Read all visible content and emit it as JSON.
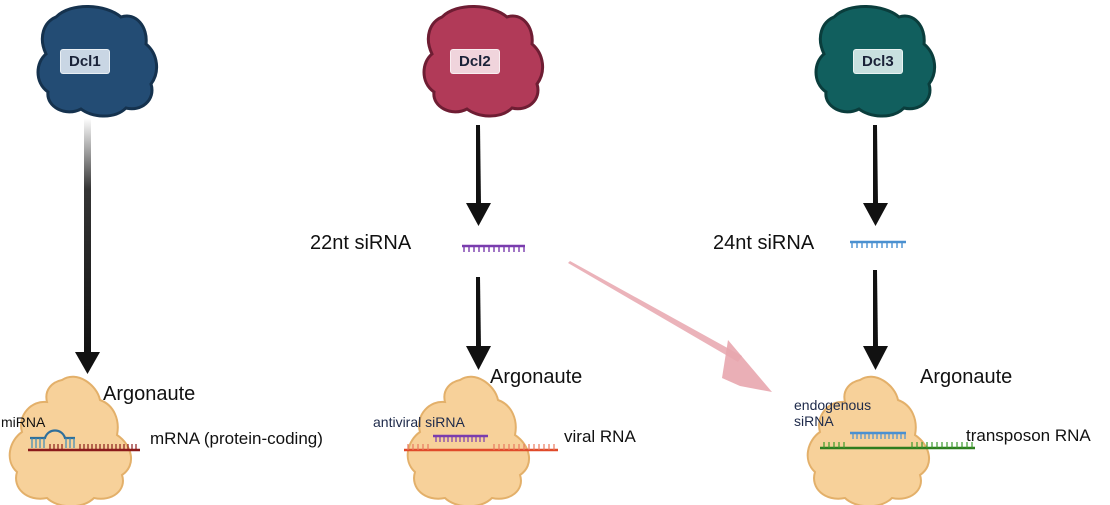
{
  "dicers": [
    {
      "name": "Dcl1",
      "color": "#234c74",
      "tag_bg": "#c9d6e4"
    },
    {
      "name": "Dcl2",
      "color": "#b13a58",
      "tag_bg": "#f0d4dc"
    },
    {
      "name": "Dcl3",
      "color": "#115f5e",
      "tag_bg": "#c8e0df"
    }
  ],
  "intermediates": [
    {
      "label": "22nt  siRNA",
      "color": "#7a3cae"
    },
    {
      "label": "24nt  siRNA",
      "color": "#4a90d0"
    }
  ],
  "argonaute": {
    "label": "Argonaute",
    "color": "#f7d19a"
  },
  "complexes": [
    {
      "small_rna": "miRNA",
      "target": "mRNA (protein-coding)",
      "guide_color": "#2f6f9a",
      "target_color": "#8b1a1a"
    },
    {
      "small_rna": "antiviral siRNA",
      "target": "viral RNA",
      "guide_color": "#7a3cae",
      "target_color": "#e04a2a"
    },
    {
      "small_rna_line1": "endogenous",
      "small_rna_line2": "siRNA",
      "target": "transposon RNA",
      "guide_color": "#4a90d0",
      "target_color": "#2e7d1f"
    }
  ],
  "cross_arrow_color": "#e8a6ae"
}
